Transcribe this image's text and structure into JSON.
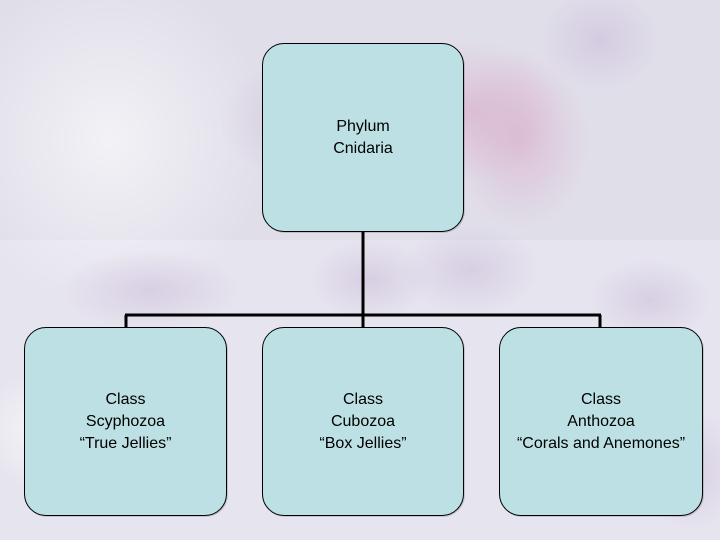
{
  "diagram": {
    "root": {
      "lines": [
        "Phylum",
        "Cnidaria"
      ]
    },
    "children": [
      {
        "lines": [
          "Class",
          "Scyphozoa",
          "“True Jellies”"
        ]
      },
      {
        "lines": [
          "Class",
          "Cubozoa",
          "“Box Jellies”"
        ]
      },
      {
        "lines": [
          "Class",
          "Anthozoa",
          "“Corals and Anemones”"
        ]
      }
    ]
  },
  "colors": {
    "box_fill": "#bce0e3",
    "box_border": "#000000",
    "connector": "#000000",
    "background_tint": "#e8e6ef"
  }
}
